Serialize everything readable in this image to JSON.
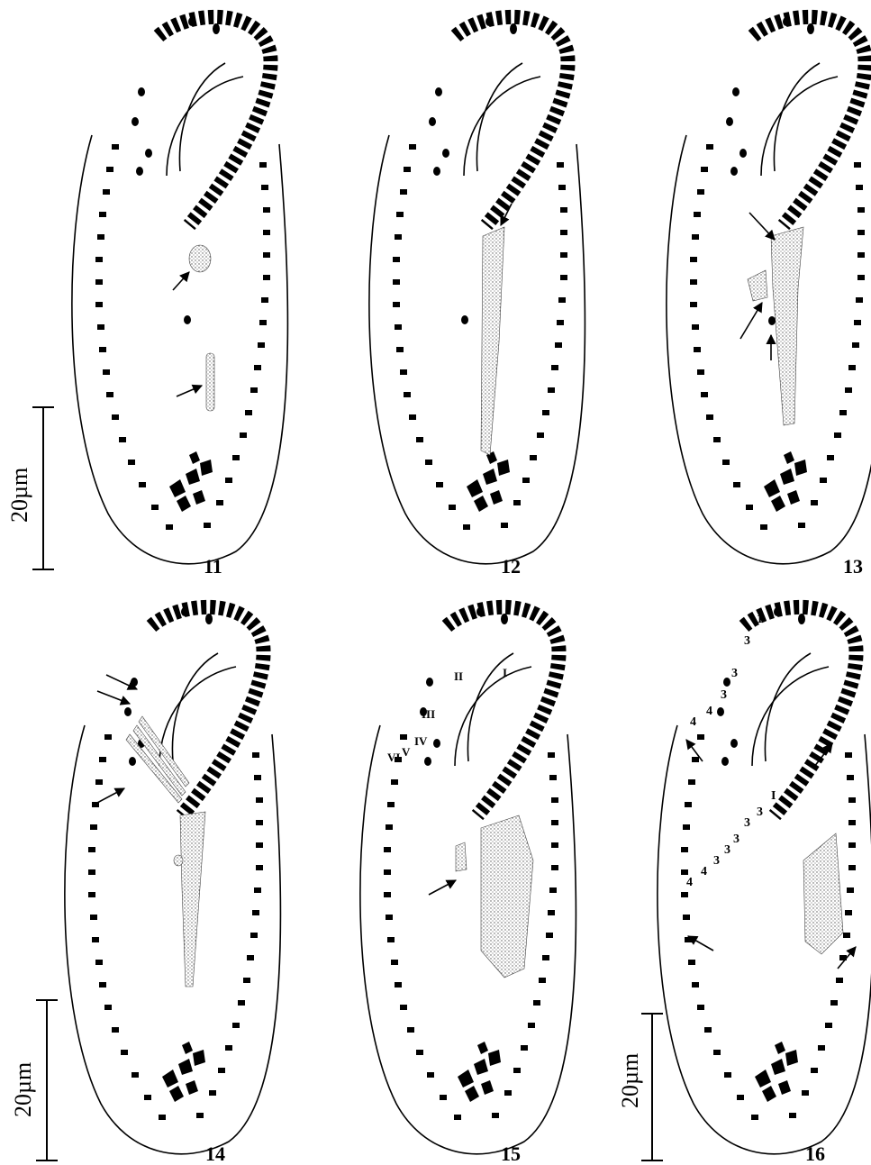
{
  "figure_numbers": [
    "11",
    "12",
    "13",
    "14",
    "15",
    "16"
  ],
  "scale_bars": [
    {
      "label": "20µm",
      "applies_to": "Figs. 11–13"
    },
    {
      "label": "20µm",
      "applies_to": "Figs. 14–15"
    },
    {
      "label": "20µm",
      "applies_to": "Fig. 16"
    }
  ],
  "fig15_roman_labels": [
    "I",
    "II",
    "III",
    "IV",
    "V",
    "VI"
  ],
  "fig16_labels": [
    "1",
    "3",
    "3",
    "3",
    "4",
    "4",
    "I",
    "3",
    "3",
    "3",
    "3",
    "3",
    "4",
    "4"
  ],
  "colors": {
    "ink": "#000000",
    "paper": "#ffffff",
    "stipple": "#555555"
  }
}
